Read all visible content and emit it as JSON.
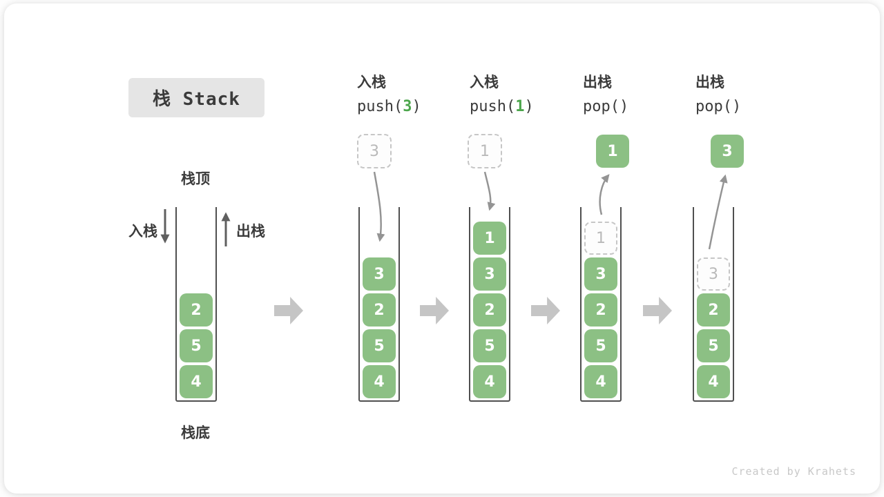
{
  "diagram": {
    "title": "栈 Stack",
    "stack_top_label": "栈顶",
    "stack_bottom_label": "栈底",
    "push_direction_label": "入栈",
    "pop_direction_label": "出栈",
    "watermark": "Created by Krahets"
  },
  "colors": {
    "element_green": "#8CC084",
    "code_green": "#4CA64C",
    "ghost_border": "#C6C6C6",
    "ghost_text": "#B9B9B9",
    "block_arrow_gray": "#C5C5C5",
    "flow_arrow_gray": "#949494",
    "dir_arrow_gray": "#5F5F5F",
    "wall_dark": "#4F4F4F",
    "text_dark": "#3B3B3B",
    "title_bg": "#E5E5E5",
    "watermark_gray": "#C8C8C8"
  },
  "stages": [
    {
      "name": "initial",
      "elements": [
        {
          "value": "2"
        },
        {
          "value": "5"
        },
        {
          "value": "4"
        }
      ]
    },
    {
      "name": "push-3",
      "op_label": "入栈",
      "code": {
        "pre": "push(",
        "arg": "3",
        "post": ")"
      },
      "floating_value": "3",
      "floating_type": "ghost",
      "elements": [
        {
          "value": "3"
        },
        {
          "value": "2"
        },
        {
          "value": "5"
        },
        {
          "value": "4"
        }
      ]
    },
    {
      "name": "push-1",
      "op_label": "入栈",
      "code": {
        "pre": "push(",
        "arg": "1",
        "post": ")"
      },
      "floating_value": "1",
      "floating_type": "ghost",
      "elements": [
        {
          "value": "1"
        },
        {
          "value": "3"
        },
        {
          "value": "2"
        },
        {
          "value": "5"
        },
        {
          "value": "4"
        }
      ]
    },
    {
      "name": "pop-1",
      "op_label": "出栈",
      "code": {
        "pre": "pop(",
        "arg": "",
        "post": ")"
      },
      "floating_value": "1",
      "floating_type": "solid",
      "elements": [
        {
          "value": "1",
          "ghost": true
        },
        {
          "value": "3"
        },
        {
          "value": "2"
        },
        {
          "value": "5"
        },
        {
          "value": "4"
        }
      ]
    },
    {
      "name": "pop-3",
      "op_label": "出栈",
      "code": {
        "pre": "pop(",
        "arg": "",
        "post": ")"
      },
      "floating_value": "3",
      "floating_type": "solid",
      "elements": [
        {
          "value": "3",
          "ghost": true
        },
        {
          "value": "2"
        },
        {
          "value": "5"
        },
        {
          "value": "4"
        }
      ]
    }
  ]
}
